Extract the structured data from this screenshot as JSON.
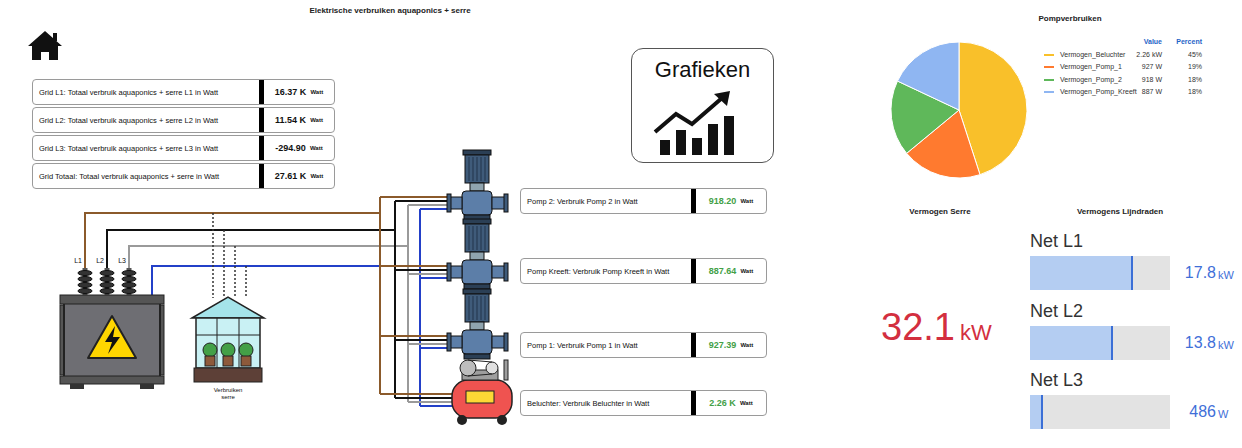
{
  "diagram": {
    "title": "Elektrische verbruiken aquaponics + serre",
    "nodes": [
      {
        "text": [
          "Grid L1: Totaal verbruik aquaponics + serre L1 in Watt",
          "16.37 K",
          "Watt"
        ]
      },
      {
        "text": [
          "Grid L2: Totaal verbruik aquaponics + serre L2 in Watt",
          "11.54 K",
          "Watt"
        ]
      },
      {
        "text": [
          "Grid L3: Totaal verbruik aquaponics + serre L3 in Watt",
          "-294.90",
          "Watt"
        ]
      },
      {
        "text": [
          "Grid Totaal: Totaal verbruik aquaponics + serre in Watt",
          "27.61 K",
          "Watt"
        ]
      },
      {
        "text": [
          "Grafieken"
        ]
      },
      {
        "text": [
          "Pomp 2: Verbruik Pomp 2 in Watt",
          "918.20",
          "Watt"
        ]
      },
      {
        "text": [
          "Pomp Kreeft: Verbruik Pomp Kreeft in Watt",
          "887.64",
          "Watt"
        ]
      },
      {
        "text": [
          "Pomp 1: Verbruik Pomp 1 in Watt",
          "927.39",
          "Watt"
        ]
      },
      {
        "text": [
          "Beluchter: Verbruik Beluchter in Watt",
          "2.26 K",
          "Watt"
        ]
      }
    ],
    "labels": [
      "L1",
      "L2",
      "L3",
      "Verbruiken serre",
      "Pompverbruiken",
      "Value",
      "Percent",
      "2.26 kW",
      "45%",
      "927 W",
      "19%",
      "918 W",
      "18%",
      "887 W",
      "18%",
      "Vermogen Serre",
      "Vermogens Lijndraden",
      "32.1",
      "kW",
      "Net L1",
      "17.8",
      "kW",
      "Net L2",
      "13.8",
      "kW",
      "Net L3",
      "486",
      "W"
    ],
    "legend": [
      {
        "text": "Vermogen_Beluchter",
        "color": "#f9c02a"
      },
      {
        "text": "Vermogen_Pomp_1",
        "color": "#ff7a2f"
      },
      {
        "text": "Vermogen_Pomp_2",
        "color": "#5fb85a"
      },
      {
        "text": "Vermogen_Pomp_Kreeft",
        "color": "#8fb6f2"
      }
    ]
  }
}
